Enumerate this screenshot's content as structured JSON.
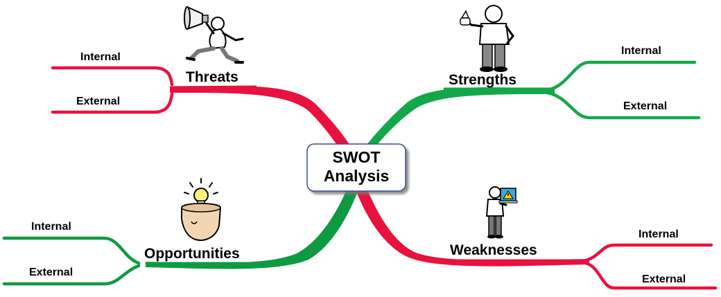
{
  "center": {
    "line1": "SWOT",
    "line2": "Analysis"
  },
  "branches": {
    "threats": {
      "label": "Threats",
      "color": "#e8123f",
      "icon": "running-man-megaphone-icon",
      "leaves": {
        "internal": "Internal",
        "external": "External"
      }
    },
    "strengths": {
      "label": "Strengths",
      "color": "#12a84a",
      "icon": "thumbs-up-man-icon",
      "leaves": {
        "internal": "Internal",
        "external": "External"
      }
    },
    "opportunities": {
      "label": "Opportunities",
      "color": "#12a84a",
      "icon": "lightbulb-head-icon",
      "leaves": {
        "internal": "Internal",
        "external": "External"
      }
    },
    "weaknesses": {
      "label": "Weaknesses",
      "color": "#e8123f",
      "icon": "man-with-warning-laptop-icon",
      "leaves": {
        "internal": "Internal",
        "external": "External"
      }
    }
  }
}
